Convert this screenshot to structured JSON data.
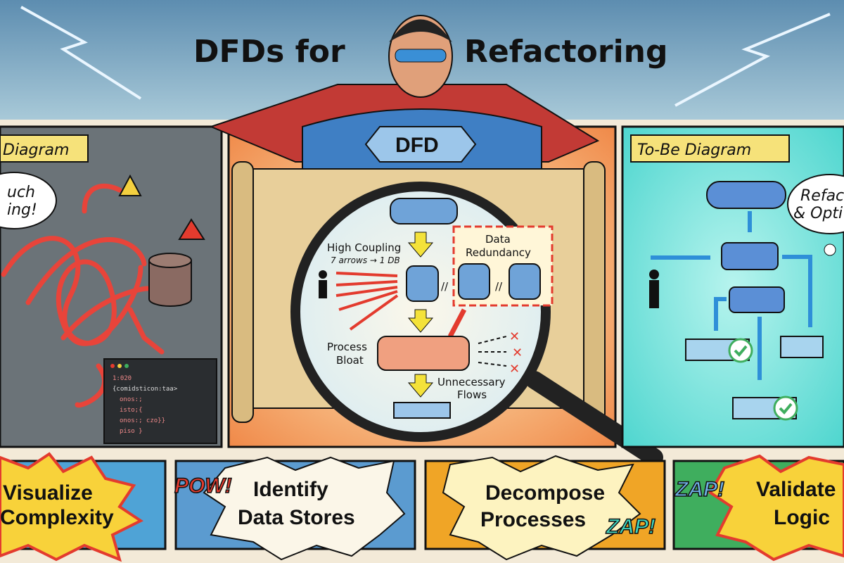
{
  "title": {
    "left": "DFDs for",
    "right": "Refactoring"
  },
  "left_panel": {
    "label": "Diagram",
    "thought": [
      "uch",
      "ing!"
    ],
    "code_lines": [
      "1:020",
      "{comidsticon:taa>",
      "onos:;",
      "isto;{",
      "onos:; czo}}",
      "piso }"
    ]
  },
  "hero": {
    "badge": "DFD"
  },
  "magnifier": {
    "high_coupling": "High Coupling",
    "arrows_note": "7 arrows → 1 DB",
    "data_redundancy": [
      "Data",
      "Redundancy"
    ],
    "separator": "//",
    "process_bloat": [
      "Process",
      "Bloat"
    ],
    "unnecessary_flows": [
      "Unnecessary",
      "Flows"
    ]
  },
  "right_panel": {
    "label": "To-Be Diagram",
    "thought": [
      "Refac",
      "& Opti"
    ]
  },
  "banners": [
    {
      "lines": [
        "Visualize",
        "Complexity"
      ],
      "bg": "#4fa3d6"
    },
    {
      "lines": [
        "Identify",
        "Data Stores"
      ],
      "sfx": "POW!",
      "bg": "#5b9bd0"
    },
    {
      "lines": [
        "Decompose",
        "Processes"
      ],
      "sfx": "ZAP!",
      "bg": "#f0a526"
    },
    {
      "lines": [
        "Validate",
        "Logic"
      ],
      "sfx": "ZAP!",
      "bg": "#3fae5e"
    }
  ],
  "colors": {
    "sky": "#5a8fb4",
    "left_bg": "#6b7378",
    "parchment": "#e8cf9a",
    "right_bg": "#6fe0d8",
    "flow_blue": "#2e8fd8",
    "label_yellow": "#f6e27a",
    "danger_red": "#e33b2e"
  }
}
